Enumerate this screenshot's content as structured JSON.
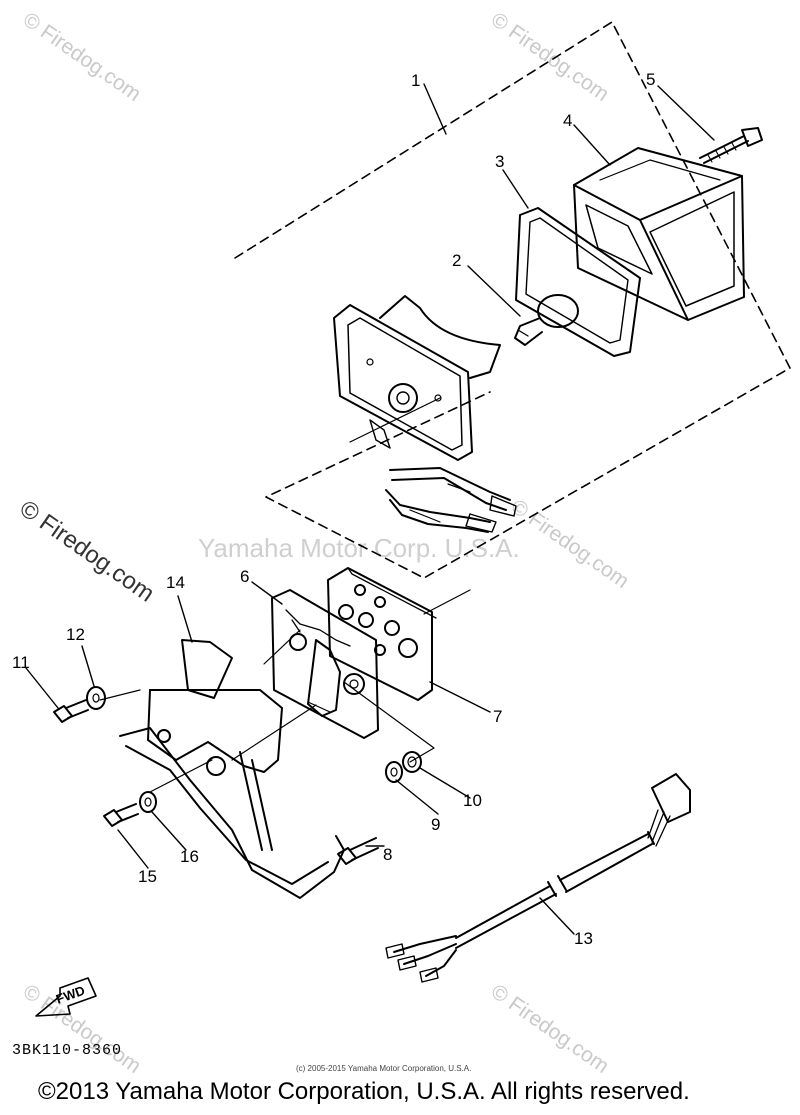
{
  "watermarks": {
    "site": "© Firedog.com",
    "center": "Yamaha Motor Corp. U.S.A."
  },
  "parts": [
    {
      "num": "1"
    },
    {
      "num": "2"
    },
    {
      "num": "3"
    },
    {
      "num": "4"
    },
    {
      "num": "5"
    },
    {
      "num": "6"
    },
    {
      "num": "7"
    },
    {
      "num": "8"
    },
    {
      "num": "9"
    },
    {
      "num": "10"
    },
    {
      "num": "11"
    },
    {
      "num": "12"
    },
    {
      "num": "13"
    },
    {
      "num": "14"
    },
    {
      "num": "15"
    },
    {
      "num": "16"
    }
  ],
  "direction_arrow": "FWD",
  "drawing_code": "3BK110-8360",
  "small_copyright": "(c) 2005-2015 Yamaha Motor Corporation, U.S.A.",
  "copyright": "©2013 Yamaha Motor Corporation, U.S.A. All rights reserved."
}
